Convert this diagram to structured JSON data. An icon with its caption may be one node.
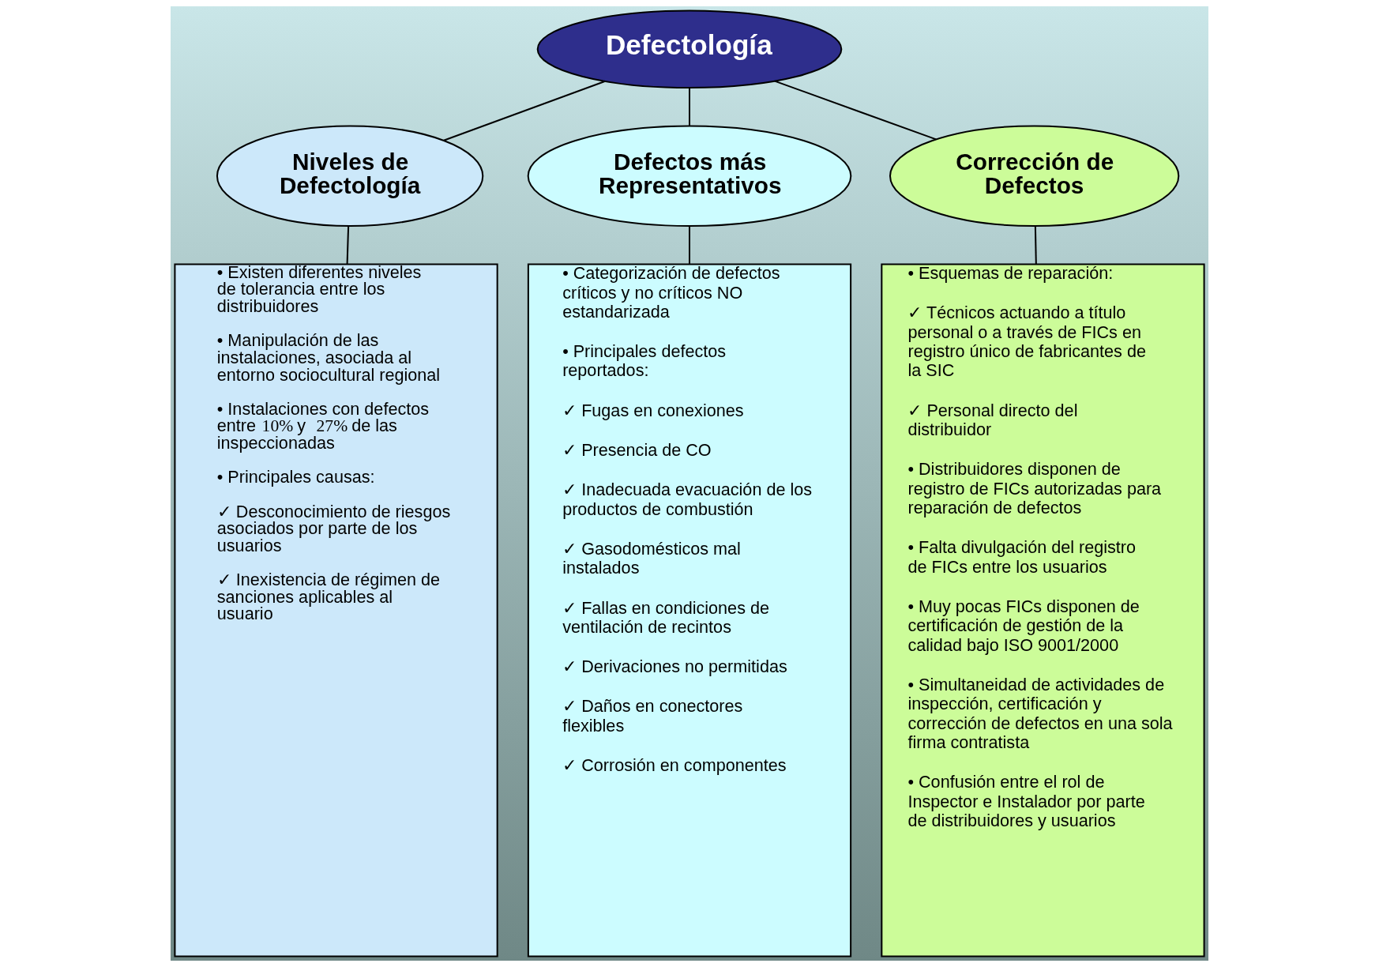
{
  "diagram": {
    "nodes": [
      {
        "text": [
          "Defectología"
        ]
      },
      {
        "text": [
          "Niveles de Defectología"
        ]
      },
      {
        "text": [
          "Defectos más Representativos"
        ]
      },
      {
        "text": [
          "Corrección de Defectos"
        ]
      },
      {
        "text": [
          "• Existen diferentes niveles de tolerancia entre los distribuidores",
          "• Manipulación de las instalaciones, asociada al entorno sociocultural regional",
          "• Instalaciones con defectos entre **10%** y **27%** de las inspeccionadas",
          "• Principales causas:",
          "✓ Desconocimiento de riesgos asociados por parte de los usuarios",
          "✓ Inexistencia de régimen de sanciones aplicables al usuario"
        ]
      },
      {
        "text": [
          "• Categorización de defectos críticos y no críticos NO estandarizada",
          "• Principales defectos reportados:",
          "✓ Fugas en conexiones",
          "✓ Presencia de CO",
          "✓ Inadecuada evacuación de los productos de combustión",
          "✓ Gasodomésticos mal instalados",
          "✓ Fallas en condiciones de ventilación de recintos",
          "✓ Derivaciones no permitidas",
          "✓ Daños en conectores flexibles",
          "✓ Corrosión en componentes"
        ]
      },
      {
        "text": [
          "• Esquemas de reparación:",
          "✓ Técnicos actuando a título personal o a través de FICs en registro único de fabricantes de la SIC",
          "✓ Personal directo del distribuidor",
          "• Distribuidores disponen de registro de FICs autorizadas para reparación de defectos",
          "• Falta divulgación del registro de FICs entre los usuarios",
          "• Muy pocas FICs disponen de certificación de gestión de la calidad bajo ISO 9001/2000",
          "• Simultaneidad de actividades de inspección, certificación y corrección de defectos en una sola firma contratista",
          "• Confusión entre el rol de Inspector e Instalador por parte de distribuidores y usuarios"
        ]
      }
    ],
    "edges": [
      {
        "from": 0,
        "to": 1,
        "arrow": "none"
      },
      {
        "from": 0,
        "to": 2,
        "arrow": "none"
      },
      {
        "from": 0,
        "to": 3,
        "arrow": "none"
      },
      {
        "from": 1,
        "to": 4,
        "arrow": "none"
      },
      {
        "from": 2,
        "to": 5,
        "arrow": "none"
      },
      {
        "from": 3,
        "to": 6,
        "arrow": "none"
      }
    ]
  }
}
